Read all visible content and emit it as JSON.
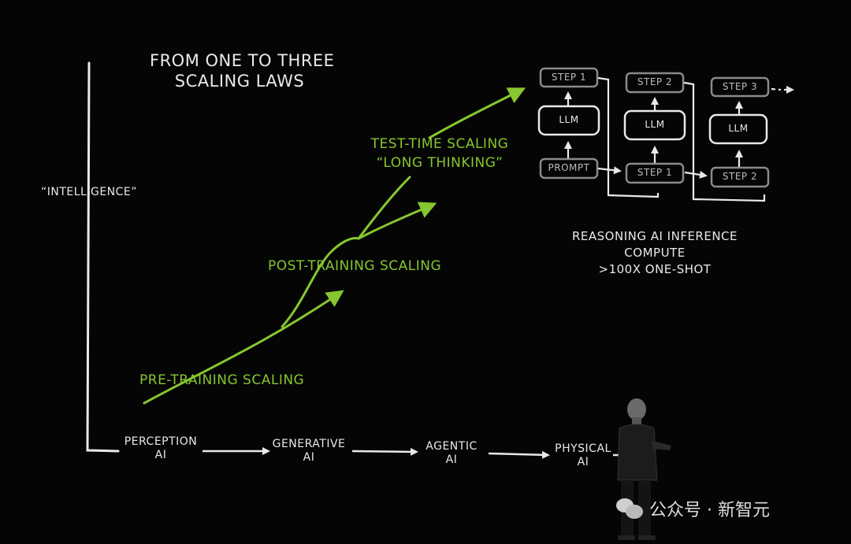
{
  "slide": {
    "title_line1": "FROM ONE TO THREE",
    "title_line2": "SCALING LAWS",
    "y_axis_label": "“INTELLIGENCE”",
    "stages": [
      {
        "line1": "PERCEPTION",
        "line2": "AI"
      },
      {
        "line1": "GENERATIVE",
        "line2": "AI"
      },
      {
        "line1": "AGENTIC",
        "line2": "AI"
      },
      {
        "line1": "PHYSICAL",
        "line2": "AI"
      }
    ],
    "scaling_laws": {
      "pre_training": "PRE-TRAINING SCALING",
      "post_training": "POST-TRAINING SCALING",
      "test_time_line1": "TEST-TIME SCALING",
      "test_time_line2": "“LONG THINKING”"
    },
    "reasoning_diagram": {
      "col1": {
        "top": "STEP 1",
        "middle": "LLM",
        "bottom": "PROMPT"
      },
      "col2": {
        "top": "STEP 2",
        "middle": "LLM",
        "bottom": "STEP 1"
      },
      "col3": {
        "top": "STEP 3",
        "middle": "LLM",
        "bottom": "STEP 2"
      },
      "caption_line1": "REASONING AI INFERENCE",
      "caption_line2": "COMPUTE",
      "caption_line3": ">100X ONE-SHOT"
    }
  },
  "watermark": {
    "text": "公众号 · 新智元",
    "icon": "wechat-icon"
  },
  "colors": {
    "background": "#050505",
    "chalk": "#e9e9e9",
    "accent_green": "#86c62e"
  }
}
